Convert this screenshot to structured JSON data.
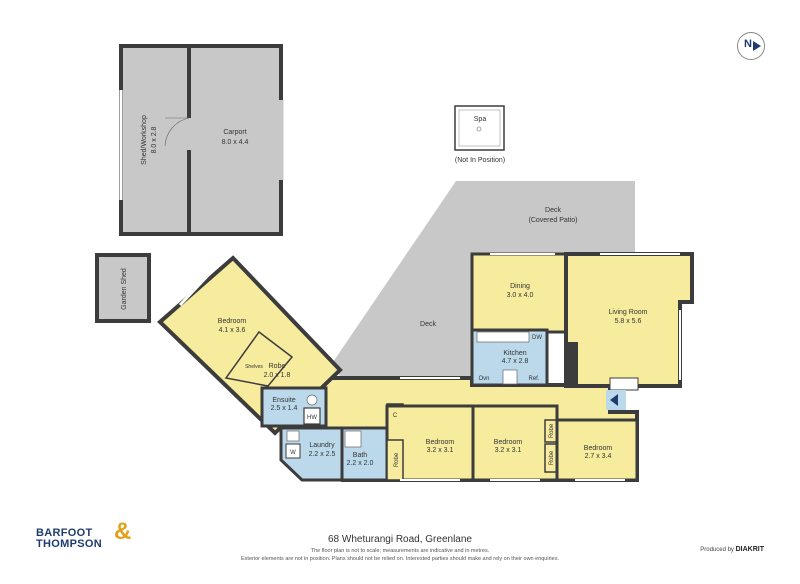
{
  "compass": {
    "label": "N"
  },
  "rooms": {
    "shed": {
      "name": "Shed/Workshop",
      "dims": "8.0 x 2.8"
    },
    "carport": {
      "name": "Carport",
      "dims": "8.0 x 4.4"
    },
    "spa": {
      "name": "Spa",
      "note": "(Not In Position)"
    },
    "deck_covered": {
      "name": "Deck",
      "note": "(Covered Patio)"
    },
    "deck": {
      "name": "Deck"
    },
    "garden_shed": {
      "name": "Garden Shed"
    },
    "bedroom_master": {
      "name": "Bedroom",
      "dims": "4.1 x 3.6"
    },
    "shelves": {
      "name": "Shelves"
    },
    "robe_master": {
      "name": "Robe",
      "dims": "2.0 x 1.8"
    },
    "ensuite": {
      "name": "Ensuite",
      "dims": "2.5 x 1.4"
    },
    "hw": {
      "name": "HW"
    },
    "w": {
      "name": "W"
    },
    "laundry": {
      "name": "Laundry",
      "dims": "2.2 x 2.5"
    },
    "bath": {
      "name": "Bath",
      "dims": "2.2 x 2.0"
    },
    "c": {
      "name": "C"
    },
    "robe1": {
      "name": "Robe"
    },
    "bedroom2": {
      "name": "Bedroom",
      "dims": "3.2 x 3.1"
    },
    "bedroom3": {
      "name": "Bedroom",
      "dims": "3.2 x 3.1"
    },
    "robe2": {
      "name": "Robe"
    },
    "robe3": {
      "name": "Robe"
    },
    "bedroom4": {
      "name": "Bedroom",
      "dims": "2.7 x 3.4"
    },
    "dining": {
      "name": "Dining",
      "dims": "3.0 x 4.0"
    },
    "living": {
      "name": "Living Room",
      "dims": "5.8 x 5.6"
    },
    "kitchen": {
      "name": "Kitchen",
      "dims": "4.7 x 2.8",
      "dw": "DW",
      "ovn": "Ovn",
      "ref": "Ref."
    }
  },
  "colors": {
    "yellow": "#f7ec9e",
    "blue": "#bcd9ec",
    "grey": "#c8c8c8",
    "wall": "#3c3c3c",
    "accent": "#1e3c6e"
  },
  "footer": {
    "address": "68 Wheturangi Road, Greenlane",
    "note1": "The floor plan is not to scale; measurements are indicative and in metres.",
    "note2": "Exterior elements are not in position. Plans should not be relied on. Interested parties should make and rely on their own enquiries.",
    "brand_line1": "BARFOOT",
    "brand_line2": "THOMPSON",
    "brand_amp": "&",
    "produced_prefix": "Produced by",
    "produced_brand": "DIAKRIT"
  }
}
